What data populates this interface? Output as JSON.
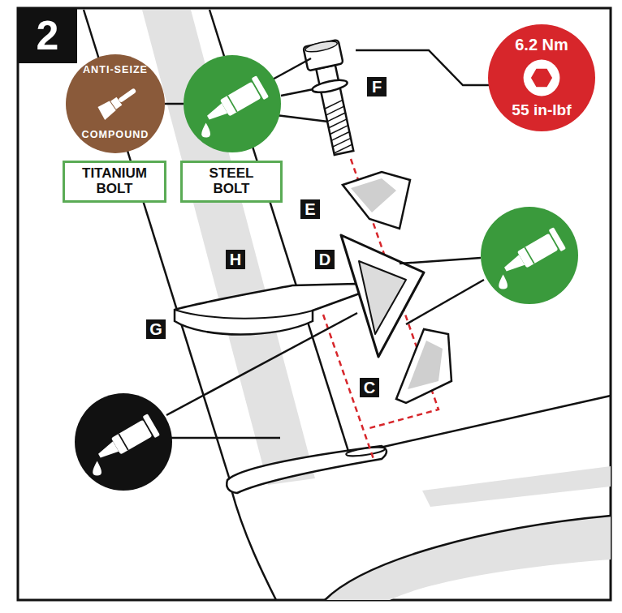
{
  "diagram": {
    "nodes": [
      {
        "text": [
          "2"
        ]
      },
      {
        "text": [
          "ANTI-SEIZE",
          "COMPOUND"
        ]
      },
      {
        "text": [
          "6.2 Nm",
          "55 in-lbf"
        ]
      },
      {
        "text": [
          "TITANIUM BOLT"
        ]
      },
      {
        "text": [
          "STEEL BOLT"
        ]
      }
    ],
    "labels": [
      "F",
      "E",
      "H",
      "D",
      "G",
      "C"
    ]
  }
}
